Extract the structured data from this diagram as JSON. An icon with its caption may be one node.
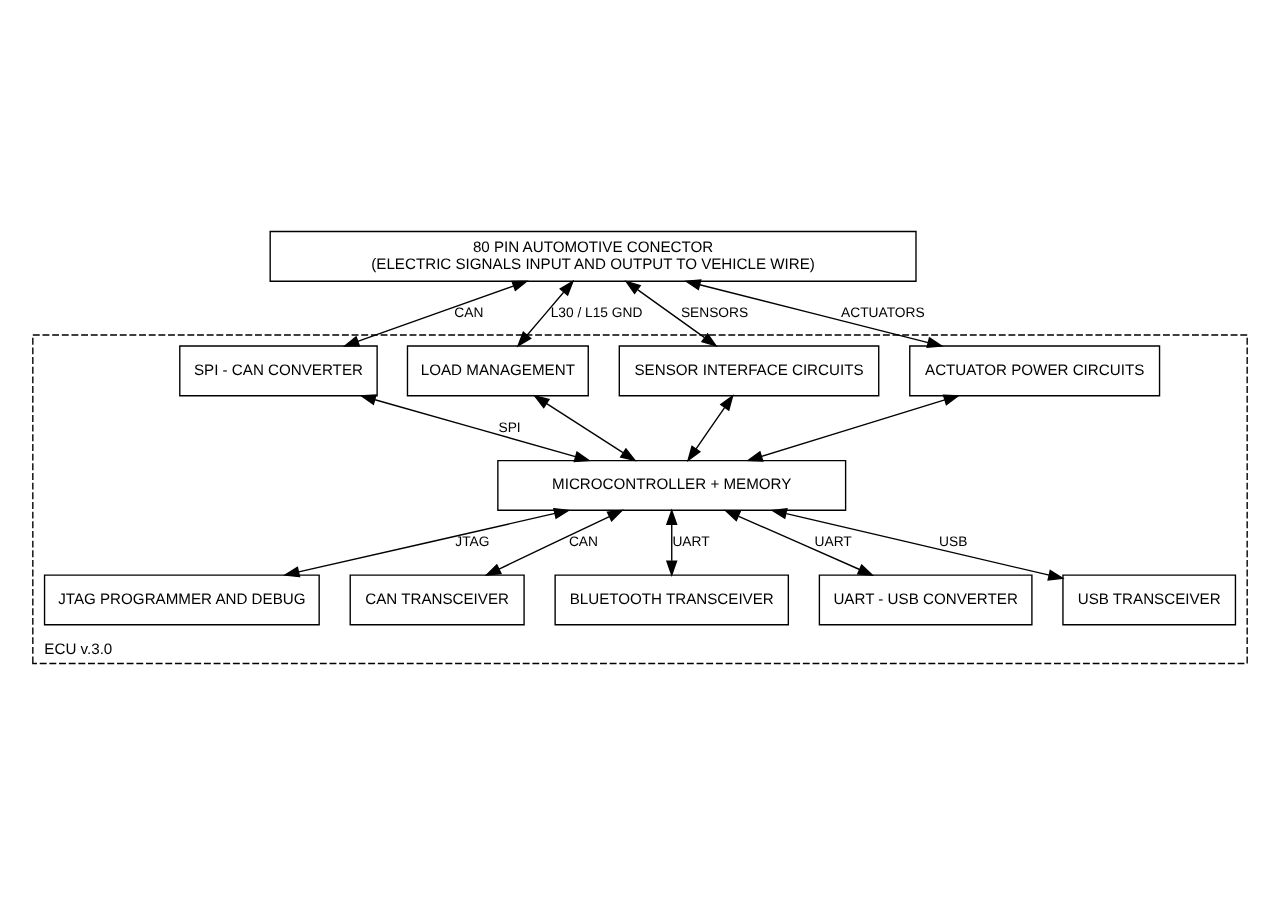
{
  "diagram": {
    "nodes": [
      {
        "text": [
          "80 PIN AUTOMOTIVE CONECTOR",
          "(ELECTRIC SIGNALS INPUT AND OUTPUT TO VEHICLE WIRE)"
        ]
      },
      {
        "text": [
          "ECU v.3.0"
        ]
      },
      {
        "text": [
          "SPI - CAN CONVERTER"
        ],
        "in": 1
      },
      {
        "text": [
          "LOAD MANAGEMENT"
        ],
        "in": 1
      },
      {
        "text": [
          "SENSOR INTERFACE CIRCUITS"
        ],
        "in": 1
      },
      {
        "text": [
          "ACTUATOR POWER CIRCUITS"
        ],
        "in": 1
      },
      {
        "text": [
          "MICROCONTROLLER + MEMORY"
        ],
        "in": 1
      },
      {
        "text": [
          "JTAG PROGRAMMER AND DEBUG"
        ],
        "in": 1
      },
      {
        "text": [
          "CAN TRANSCEIVER"
        ],
        "in": 1
      },
      {
        "text": [
          "BLUETOOTH TRANSCEIVER"
        ],
        "in": 1
      },
      {
        "text": [
          "UART - USB CONVERTER"
        ],
        "in": 1
      },
      {
        "text": [
          "USB TRANSCEIVER"
        ],
        "in": 1
      }
    ],
    "edges": [
      {
        "from": 0,
        "to": 2,
        "arrow": "both",
        "label": "CAN"
      },
      {
        "from": 0,
        "to": 3,
        "arrow": "both",
        "label": "L30 / L15 GND"
      },
      {
        "from": 0,
        "to": 4,
        "arrow": "both",
        "label": "SENSORS"
      },
      {
        "from": 0,
        "to": 5,
        "arrow": "both",
        "label": "ACTUATORS"
      },
      {
        "from": 2,
        "to": 6,
        "arrow": "both",
        "label": "SPI"
      },
      {
        "from": 3,
        "to": 6,
        "arrow": "both"
      },
      {
        "from": 4,
        "to": 6,
        "arrow": "both"
      },
      {
        "from": 5,
        "to": 6,
        "arrow": "both"
      },
      {
        "from": 6,
        "to": 7,
        "arrow": "both",
        "label": "JTAG"
      },
      {
        "from": 6,
        "to": 8,
        "arrow": "both",
        "label": "CAN"
      },
      {
        "from": 6,
        "to": 9,
        "arrow": "both",
        "label": "UART"
      },
      {
        "from": 6,
        "to": 10,
        "arrow": "both",
        "label": "UART"
      },
      {
        "from": 6,
        "to": 11,
        "arrow": "both",
        "label": "USB"
      }
    ]
  }
}
